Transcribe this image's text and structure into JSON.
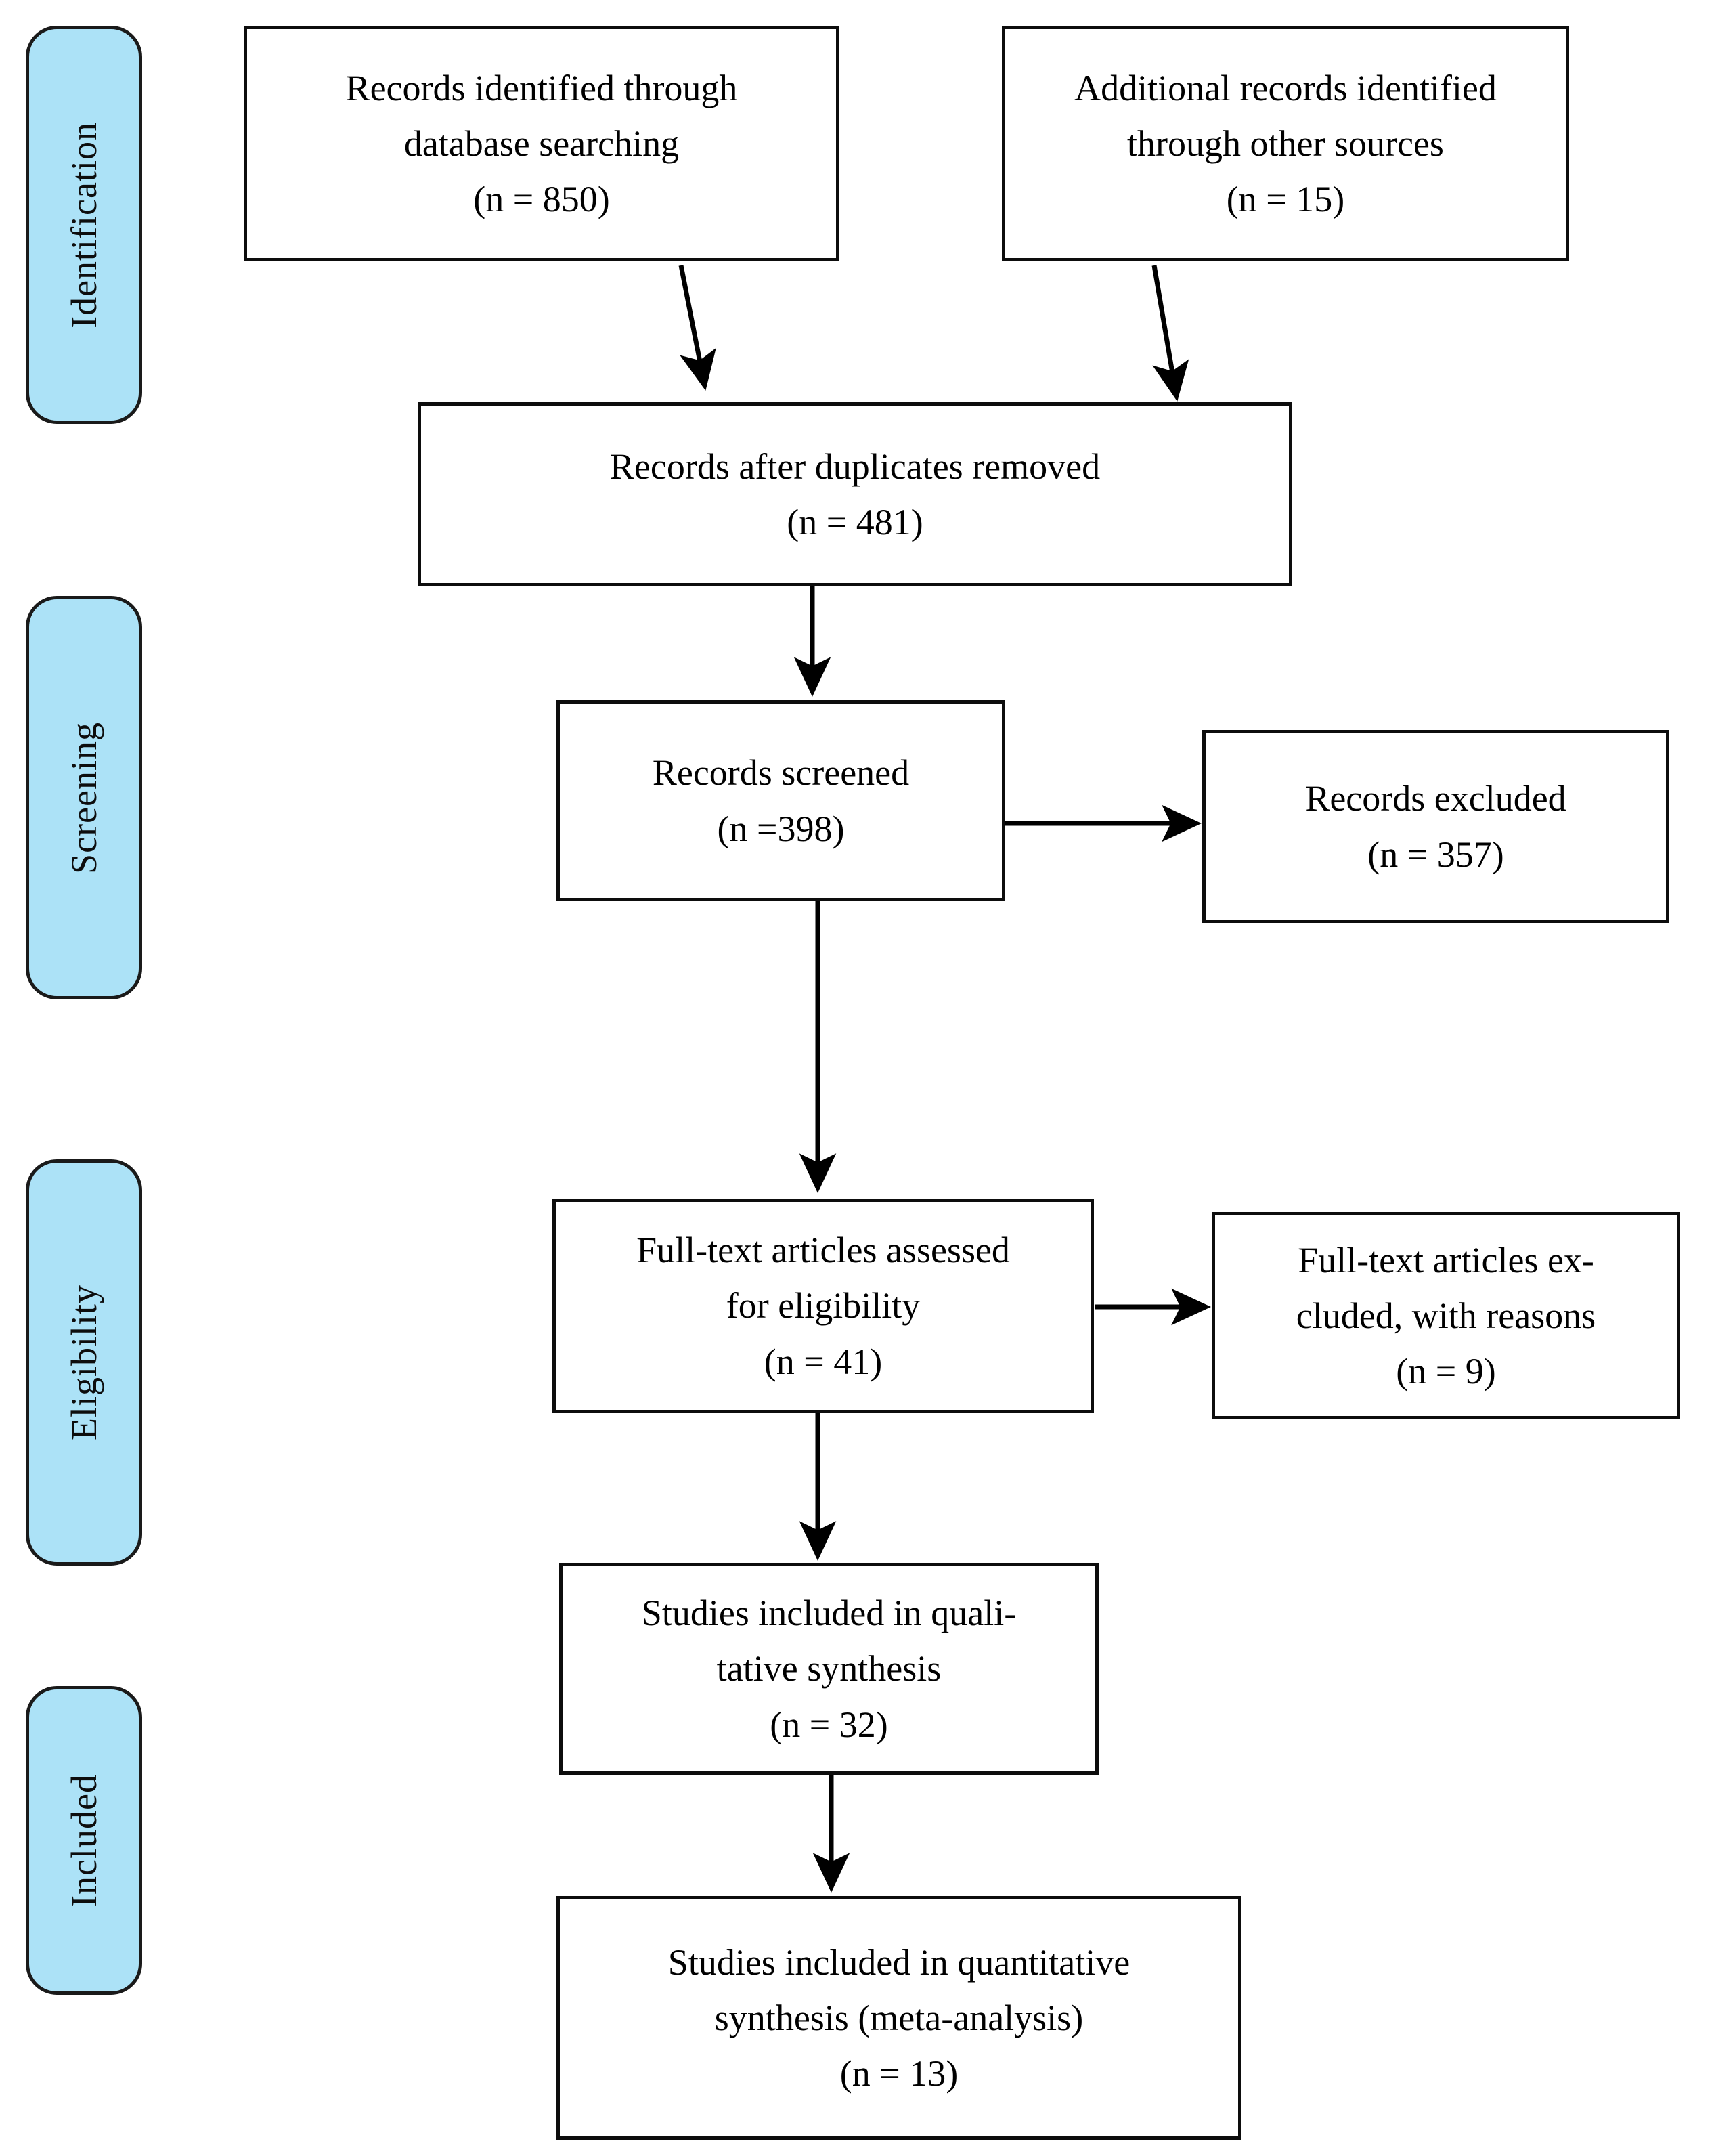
{
  "diagram": {
    "type": "prisma-flow-diagram",
    "title": "PRISMA Flow Diagram",
    "colors": {
      "stage_tab_fill": "#ACE2F7",
      "stage_tab_border": "#1A1A1A",
      "box_border": "#0D0D0D",
      "box_fill": "#FFFFFF",
      "connector": "#000000",
      "background": "#FFFFFF"
    }
  },
  "stages": [
    {
      "id": "identification",
      "label": "Identification"
    },
    {
      "id": "screening",
      "label": "Screening"
    },
    {
      "id": "eligibility",
      "label": "Eligibility"
    },
    {
      "id": "included",
      "label": "Included"
    }
  ],
  "boxes": {
    "records_identified": {
      "lines": [
        "Records identified through",
        "database searching",
        "(n = 850)"
      ],
      "n": 850
    },
    "additional_records": {
      "lines": [
        "Additional records identified",
        "through other sources",
        "(n = 15)"
      ],
      "n": 15
    },
    "duplicates_removed": {
      "lines": [
        "Records after duplicates removed",
        "(n = 481)"
      ],
      "n": 481
    },
    "records_screened": {
      "lines": [
        "Records screened",
        "(n =398)"
      ],
      "n": 398
    },
    "records_excluded": {
      "lines": [
        "Records excluded",
        "(n = 357)"
      ],
      "n": 357
    },
    "fulltext_assessed": {
      "lines": [
        "Full-text articles assessed",
        "for eligibility",
        "(n = 41)"
      ],
      "n": 41
    },
    "fulltext_excluded": {
      "lines": [
        "Full-text articles ex-",
        "cluded, with reasons",
        "(n = 9)"
      ],
      "n": 9
    },
    "qualitative_synthesis": {
      "lines": [
        "Studies included in quali-",
        "tative synthesis",
        "(n = 32)"
      ],
      "n": 32
    },
    "quantitative_synthesis": {
      "lines": [
        "Studies included in quantitative",
        "synthesis (meta-analysis)",
        "(n = 13)"
      ],
      "n": 13
    }
  },
  "connectors": [
    {
      "id": "identified-to-duplicates",
      "from": "records_identified",
      "to": "duplicates_removed",
      "direction": "down-right"
    },
    {
      "id": "additional-to-duplicates",
      "from": "additional_records",
      "to": "duplicates_removed",
      "direction": "down-right"
    },
    {
      "id": "duplicates-to-screened",
      "from": "duplicates_removed",
      "to": "records_screened",
      "direction": "down"
    },
    {
      "id": "screened-to-excluded",
      "from": "records_screened",
      "to": "records_excluded",
      "direction": "right"
    },
    {
      "id": "screened-to-fulltext",
      "from": "records_screened",
      "to": "fulltext_assessed",
      "direction": "down"
    },
    {
      "id": "fulltext-to-excluded",
      "from": "fulltext_assessed",
      "to": "fulltext_excluded",
      "direction": "right"
    },
    {
      "id": "fulltext-to-qualitative",
      "from": "fulltext_assessed",
      "to": "qualitative_synthesis",
      "direction": "down"
    },
    {
      "id": "qualitative-to-quantitative",
      "from": "qualitative_synthesis",
      "to": "quantitative_synthesis",
      "direction": "down"
    }
  ]
}
